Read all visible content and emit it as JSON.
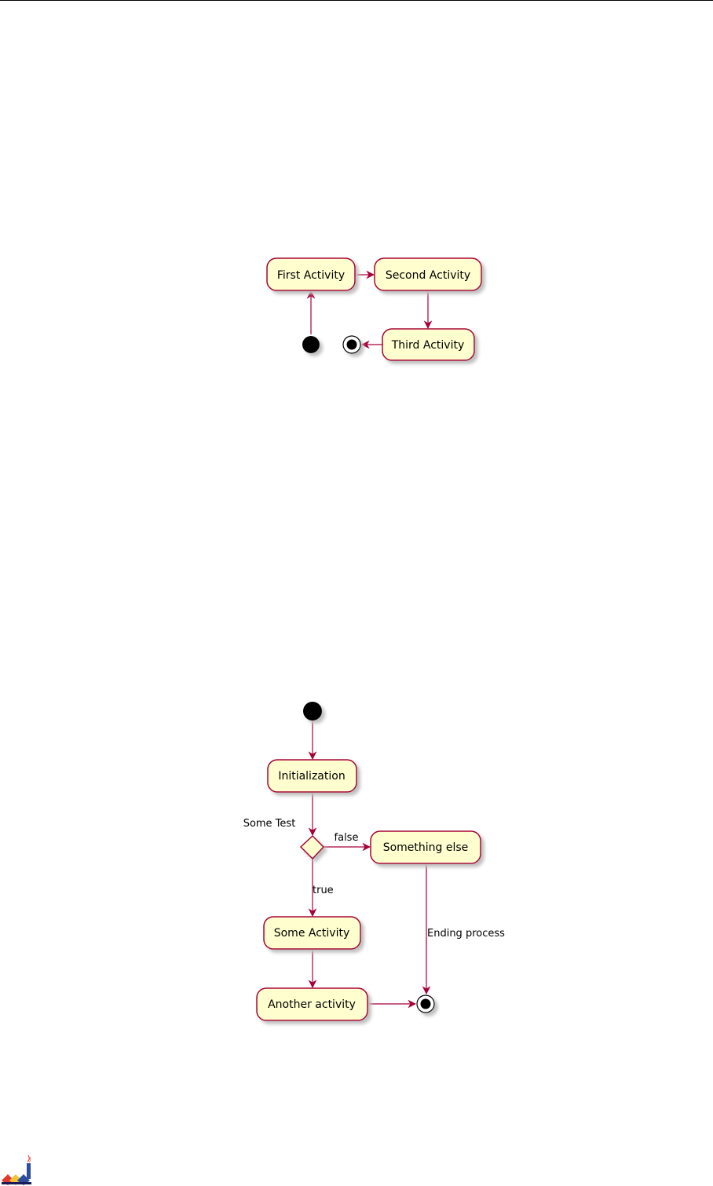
{
  "colors": {
    "activity_fill": "#FEFECE",
    "activity_border": "#A80036",
    "arrow": "#A80036",
    "shadow": "#BFBFBF",
    "start_fill": "#000000"
  },
  "diagram1": {
    "activities": {
      "first": "First Activity",
      "second": "Second Activity",
      "third": "Third Activity"
    }
  },
  "diagram2": {
    "activities": {
      "init": "Initialization",
      "something_else": "Something else",
      "some_activity": "Some Activity",
      "another": "Another activity"
    },
    "decision_label": "Some Test",
    "edges": {
      "false": "false",
      "true": "true",
      "ending": "Ending process"
    }
  },
  "footer": {
    "logo_icon": "logo-icon"
  }
}
